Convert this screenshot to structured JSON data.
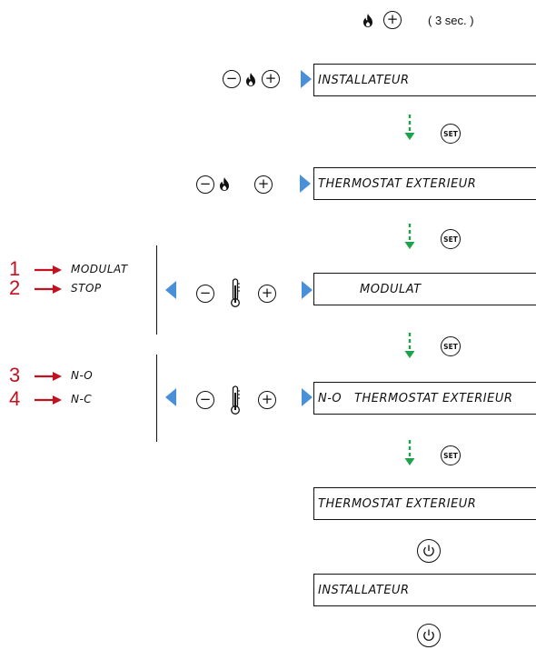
{
  "header": {
    "hold_note": "( 3 sec. )"
  },
  "icons": {
    "flame": "flame-icon",
    "thermometer": "thermometer-icon",
    "power": "power-icon",
    "arrow_right": "triangle-right-icon",
    "arrow_left": "triangle-left-icon",
    "arrow_down": "dashed-arrow-down-icon"
  },
  "buttons": {
    "plus": "+",
    "minus": "−",
    "set": "SET"
  },
  "colors": {
    "accent_blue": "#4a90d9",
    "arrow_green": "#1fa34a",
    "number_red": "#c1121f"
  },
  "screens": [
    {
      "text": "INSTALLATEUR"
    },
    {
      "text": "THERMOSTAT EXTERIEUR"
    },
    {
      "text": "MODULAT"
    },
    {
      "text": "N-O   THERMOSTAT EXTERIEUR"
    },
    {
      "text": "THERMOSTAT EXTERIEUR"
    },
    {
      "text": "INSTALLATEUR"
    }
  ],
  "options": [
    {
      "number": "1",
      "label": "MODULAT"
    },
    {
      "number": "2",
      "label": "STOP"
    },
    {
      "number": "3",
      "label": "N-O"
    },
    {
      "number": "4",
      "label": "N-C"
    }
  ]
}
